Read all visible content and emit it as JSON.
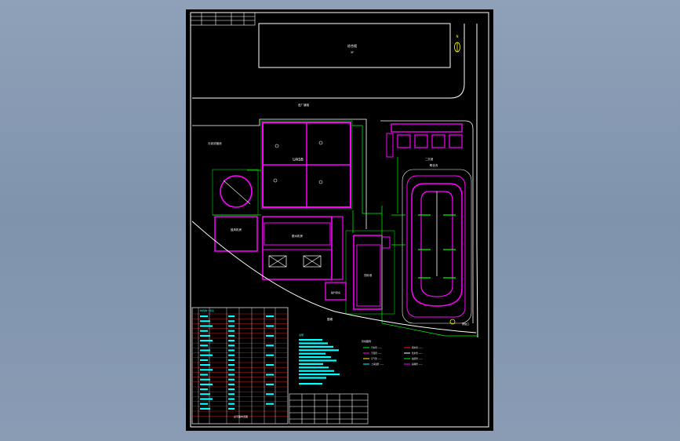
{
  "drawing": {
    "building_label": "综合楼",
    "building_sub": "3F",
    "road_label": "进厂道路",
    "uasb_label": "UASB",
    "clarifier_label": "二沉池",
    "sludge_label": "污泥浓缩池",
    "blower_label": "鼓风机房",
    "dewater_label": "脱水机房",
    "grit_label": "沉砂池",
    "pump_label": "提升泵房",
    "oxidation_label": "氧化沟",
    "outfall_label": "排放口",
    "north_symbol": "N",
    "fence_label": "围墙"
  },
  "tables": {
    "legend_title": "构筑物一览表",
    "notes_title": "说明",
    "pipe_legend_title": "管线图例",
    "pipe_legend": [
      "污水管 ——",
      "污泥管 ——",
      "空气管 ——",
      "上清液管 ——",
      "雨水管 ——",
      "给水管 ——",
      "加药管 ——",
      "超越管 ——"
    ],
    "title_block_label": "总平面布置图"
  },
  "colors": {
    "magenta": "#ff00ff",
    "green": "#00ff00",
    "white": "#ffffff",
    "cyan": "#00ffff",
    "red": "#ff2020",
    "yellow": "#ffff00"
  }
}
